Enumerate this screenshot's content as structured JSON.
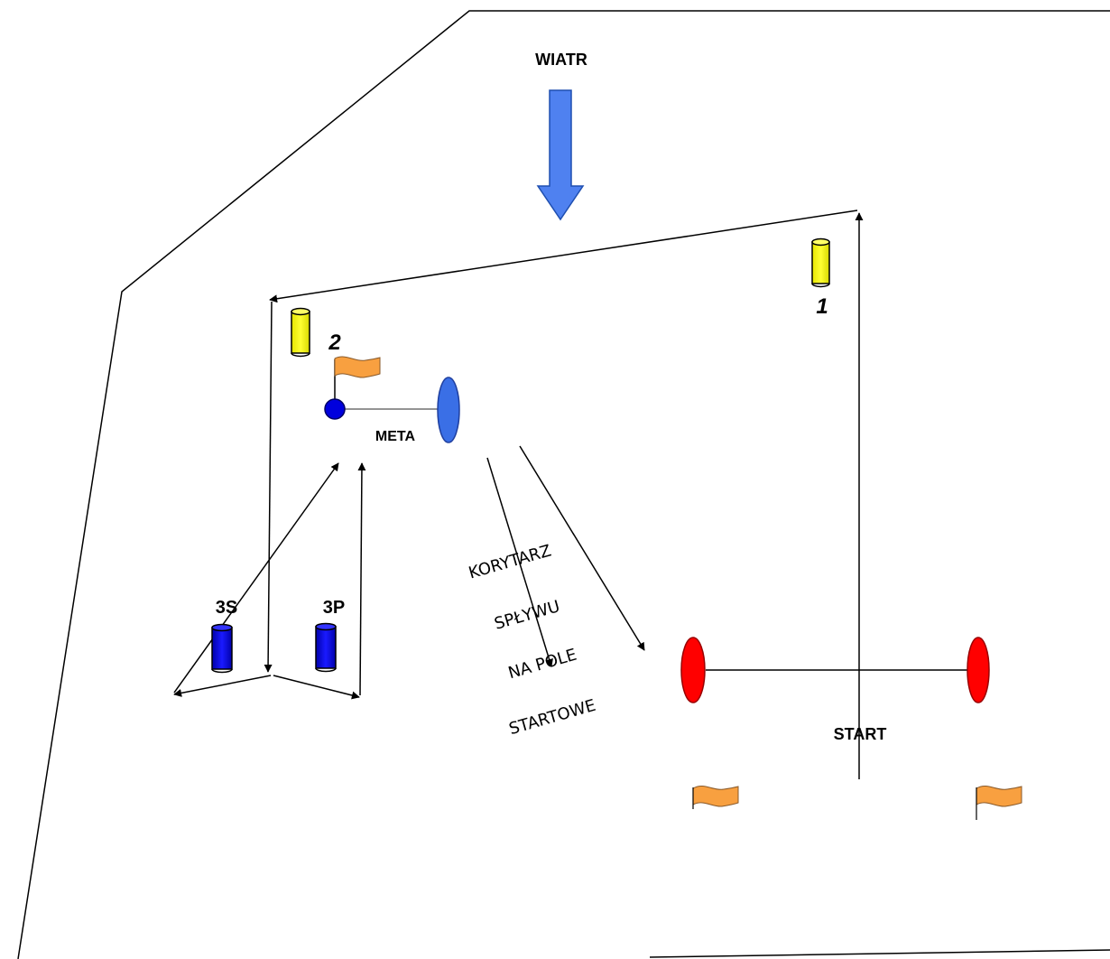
{
  "labels": {
    "wind": "WIATR",
    "finish": "META",
    "start": "START",
    "mark_1": "1",
    "mark_2": "2",
    "mark_3s": "3S",
    "mark_3p": "3P"
  },
  "corridor_text": [
    "KORYTARZ",
    "SPŁYWU",
    "NA POLE",
    "STARTOWE"
  ],
  "colors": {
    "wind_arrow": "#4F81F0",
    "mark_yellow": "#FFFF00",
    "mark_blue": "#0000CC",
    "flag": "#F8A040",
    "start_buoy": "#FF0000",
    "finish_buoy": "#3A6FE6",
    "finish_dot": "#0000DD",
    "line": "#000000"
  }
}
